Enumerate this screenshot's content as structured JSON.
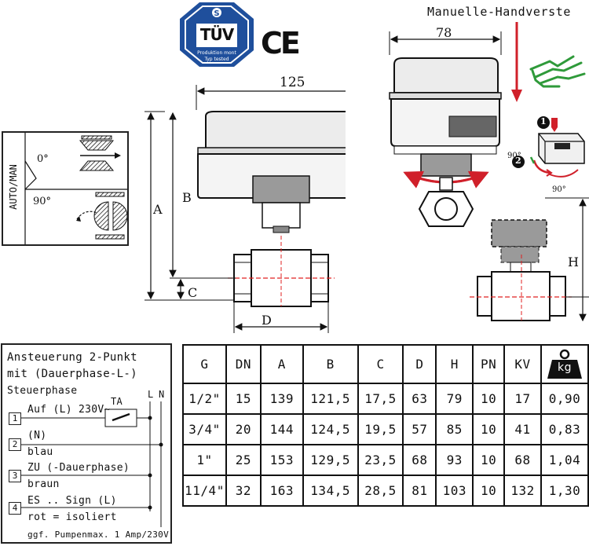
{
  "header": {
    "manual_override_label": "Manuelle-Handverste"
  },
  "certification": {
    "tuv_label": "TÜV",
    "tuv_sub_line1": "Produktion mont",
    "tuv_sub_line2": "Typ tested",
    "ce_label": "CE"
  },
  "dimensions": {
    "width_front": "125",
    "width_side": "78",
    "label_a": "A",
    "label_b": "B",
    "label_c": "C",
    "label_d": "D",
    "label_h": "H"
  },
  "mode_panel": {
    "label": "AUTO/MAN",
    "angle_0": "0°",
    "angle_90": "90°"
  },
  "manual_steps": {
    "step_1": "1",
    "step_2": "2",
    "angle_a": "90°",
    "angle_b": "90°"
  },
  "wiring": {
    "title_line1": "Ansteuerung 2-Punkt",
    "title_line2": "mit (Dauerphase-L-)",
    "title_line3": "Steuerphase",
    "col_l": "L",
    "col_n": "N",
    "ta_label": "TA",
    "terminals": [
      {
        "number": "1",
        "line1": "Auf (L) 230V~",
        "line2": ""
      },
      {
        "number": "2",
        "line1": "(N)",
        "line2": "blau"
      },
      {
        "number": "3",
        "line1": "ZU (-Dauerphase)",
        "line2": "braun"
      },
      {
        "number": "4",
        "line1": "ES .. Sign (L)",
        "line2": "rot = isoliert"
      }
    ],
    "footnote": "ggf. Pumpenmax. 1 Amp/230V"
  },
  "table": {
    "headers": [
      "G",
      "DN",
      "A",
      "B",
      "C",
      "D",
      "H",
      "PN",
      "KV"
    ],
    "weight_icon_label": "kg",
    "rows": [
      [
        "1/2\"",
        "15",
        "139",
        "121,5",
        "17,5",
        "63",
        "79",
        "10",
        "17",
        "0,90"
      ],
      [
        "3/4\"",
        "20",
        "144",
        "124,5",
        "19,5",
        "57",
        "85",
        "10",
        "41",
        "0,83"
      ],
      [
        "1\"",
        "25",
        "153",
        "129,5",
        "23,5",
        "68",
        "93",
        "10",
        "68",
        "1,04"
      ],
      [
        "11/4\"",
        "32",
        "163",
        "134,5",
        "28,5",
        "81",
        "103",
        "10",
        "132",
        "1,30"
      ]
    ]
  },
  "colors": {
    "tuv_blue": "#1f4f9c",
    "arrow_red": "#d0202a",
    "hand_green": "#2f9a3a",
    "dim_red": "#e02020"
  }
}
